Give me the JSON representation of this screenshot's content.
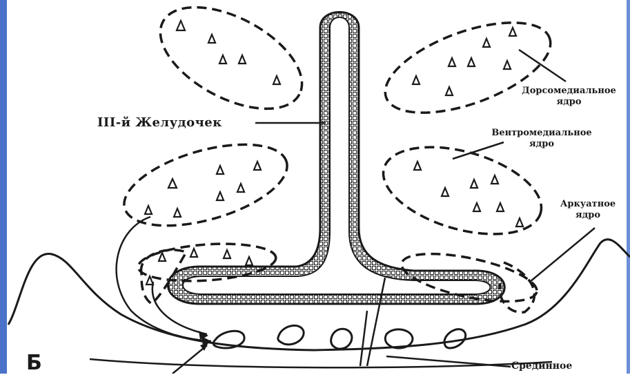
{
  "labels": {
    "third_ventricle": "III-й Желудочек",
    "dorsomedial_line1": "Дорсомедиальное",
    "dorsomedial_line2": "ядро",
    "ventromedial_line1": "Вентромедиальное",
    "ventromedial_line2": "ядро",
    "arcuate_line1": "Аркуатное",
    "arcuate_line2": "ядро",
    "panel_letter": "Б",
    "median_eminence": "Срединное"
  },
  "colors": {
    "ink": "#1a1a1a",
    "frame_left": "#4a72c8",
    "frame_right": "#6c8fd8"
  },
  "icons": {
    "neuron": "triangle-neuron-icon",
    "vessel": "capillary-loop-icon"
  }
}
